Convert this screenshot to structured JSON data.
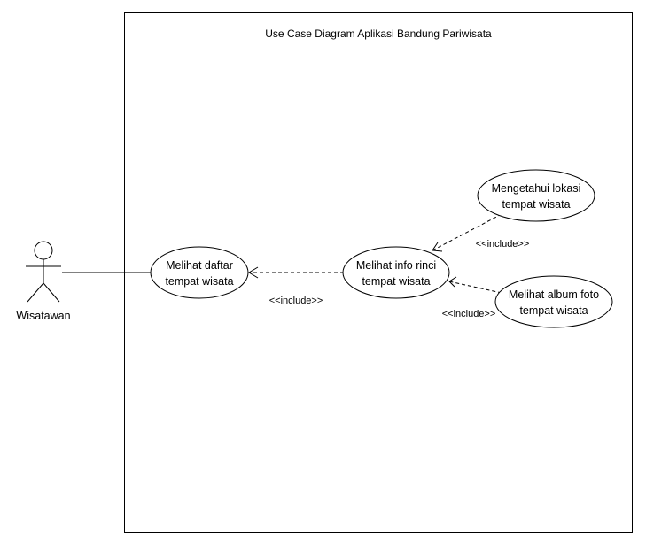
{
  "diagram": {
    "title": "Use Case Diagram Aplikasi Bandung Pariwisata",
    "actor": {
      "name": "Wisatawan"
    },
    "use_cases": {
      "daftar": {
        "line1": "Melihat daftar",
        "line2": "tempat wisata"
      },
      "info": {
        "line1": "Melihat info rinci",
        "line2": "tempat wisata"
      },
      "lokasi": {
        "line1": "Mengetahui lokasi",
        "line2": "tempat wisata"
      },
      "album": {
        "line1": "Melihat album foto",
        "line2": "tempat wisata"
      }
    },
    "relations": {
      "include_info_daftar": "<<include>>",
      "include_lokasi_info": "<<include>>",
      "include_album_info": "<<include>>"
    }
  }
}
